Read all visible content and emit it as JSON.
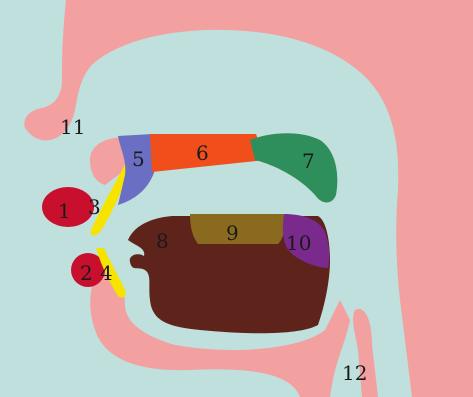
{
  "colors": {
    "background": "#bfe0dd",
    "flesh": "#f2a0a0",
    "lip": "#c8102e",
    "teeth": "#f6e400",
    "alveolar_ridge": "#6a6fc4",
    "hard_palate": "#f04f1c",
    "soft_palate": "#2f8f5c",
    "tongue": "#5e231a",
    "tongue_dorsum": "#8a6a1e",
    "tongue_back": "#7a2a8c",
    "label_text": "#1a1a1a"
  },
  "labels": {
    "upper_lip": "1",
    "lower_lip": "2",
    "upper_teeth": "3",
    "lower_teeth": "4",
    "alveolar_ridge": "5",
    "hard_palate": "6",
    "soft_palate": "7",
    "tongue_tip": "8",
    "tongue_front": "9",
    "tongue_back": "10",
    "nasal_cavity": "11",
    "vocal_cords": "12"
  }
}
